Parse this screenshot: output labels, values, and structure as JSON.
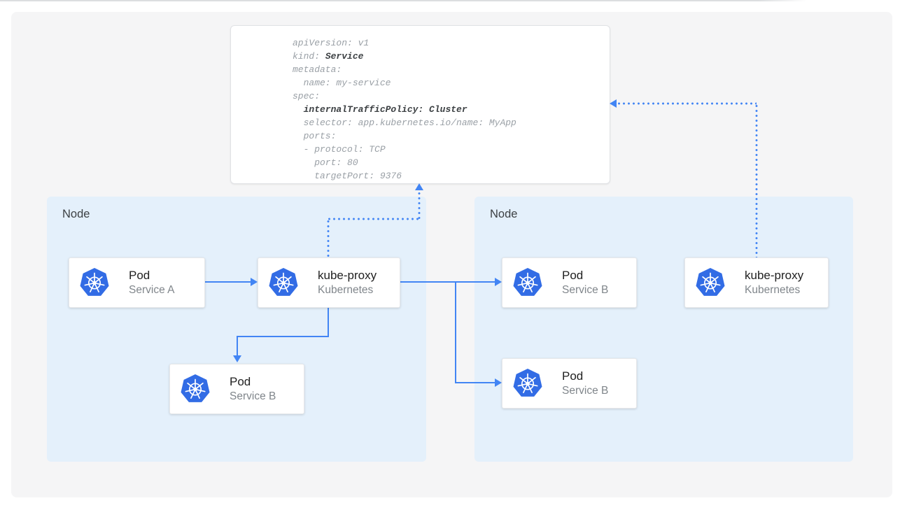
{
  "colors": {
    "accent_blue": "#4285f4",
    "kubernetes_blue": "#326ce5",
    "node_background": "#e4f0fb",
    "panel_background": "#f5f5f6",
    "code_text": "#9aa0a6",
    "code_bold": "#3c4043"
  },
  "icons": {
    "kubernetes": "kubernetes-helm-wheel-heptagon"
  },
  "code_panel": {
    "l1": "apiVersion: v1",
    "l2a": "kind: ",
    "l2b": "Service",
    "l3": "metadata:",
    "l4": "  name: my-service",
    "l5": "spec:",
    "l6a": "  ",
    "l6b": "internalTrafficPolicy: Cluster",
    "l7": "  selector: app.kubernetes.io/name: MyApp",
    "l8": "  ports:",
    "l9": "  - protocol: TCP",
    "l10": "    port: 80",
    "l11": "    targetPort: 9376"
  },
  "nodes": {
    "left": {
      "label": "Node"
    },
    "right": {
      "label": "Node"
    }
  },
  "cards": {
    "pod_a": {
      "title": "Pod",
      "subtitle": "Service A"
    },
    "kube_proxy_left": {
      "title": "kube-proxy",
      "subtitle": "Kubernetes"
    },
    "pod_b_left": {
      "title": "Pod",
      "subtitle": "Service B"
    },
    "pod_b_right_top": {
      "title": "Pod",
      "subtitle": "Service B"
    },
    "pod_b_right_bottom": {
      "title": "Pod",
      "subtitle": "Service B"
    },
    "kube_proxy_right": {
      "title": "kube-proxy",
      "subtitle": "Kubernetes"
    }
  }
}
